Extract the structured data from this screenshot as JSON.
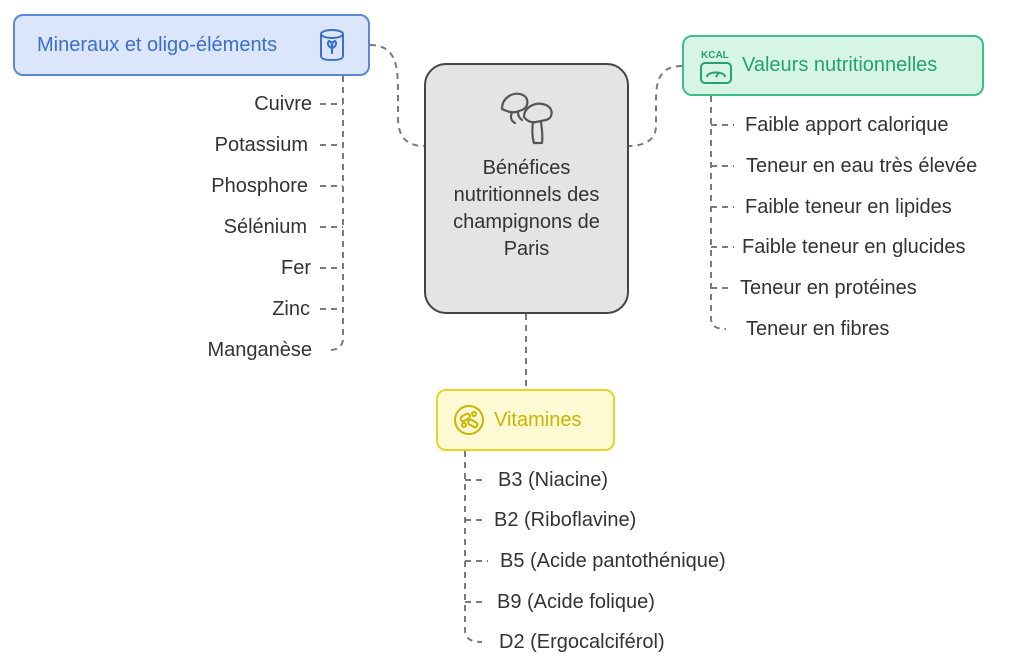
{
  "center": {
    "title": "Bénéfices nutritionnels des champignons de Paris",
    "icon": "mushroom-icon"
  },
  "minerals": {
    "title": "Mineraux et oligo-éléments",
    "icon": "mineral-can-icon",
    "color": "#5b88d6",
    "items": [
      "Cuivre",
      "Potassium",
      "Phosphore",
      "Sélénium",
      "Fer",
      "Zinc",
      "Manganèse"
    ]
  },
  "nutrition": {
    "title": "Valeurs nutritionnelles",
    "icon": "kcal-scale-icon",
    "color": "#3dbf84",
    "items": [
      "Faible apport calorique",
      "Teneur en eau très élevée",
      "Faible teneur en lipides",
      "Faible teneur en glucides",
      "Teneur en protéines",
      "Teneur en fibres"
    ]
  },
  "vitamins": {
    "title": "Vitamines",
    "icon": "vitamin-capsules-icon",
    "color": "#e4d42c",
    "items": [
      "B3 (Niacine)",
      "B2 (Riboflavine)",
      "B5 (Acide pantothénique)",
      "B9 (Acide folique)",
      "D2 (Ergocalciférol)"
    ]
  }
}
